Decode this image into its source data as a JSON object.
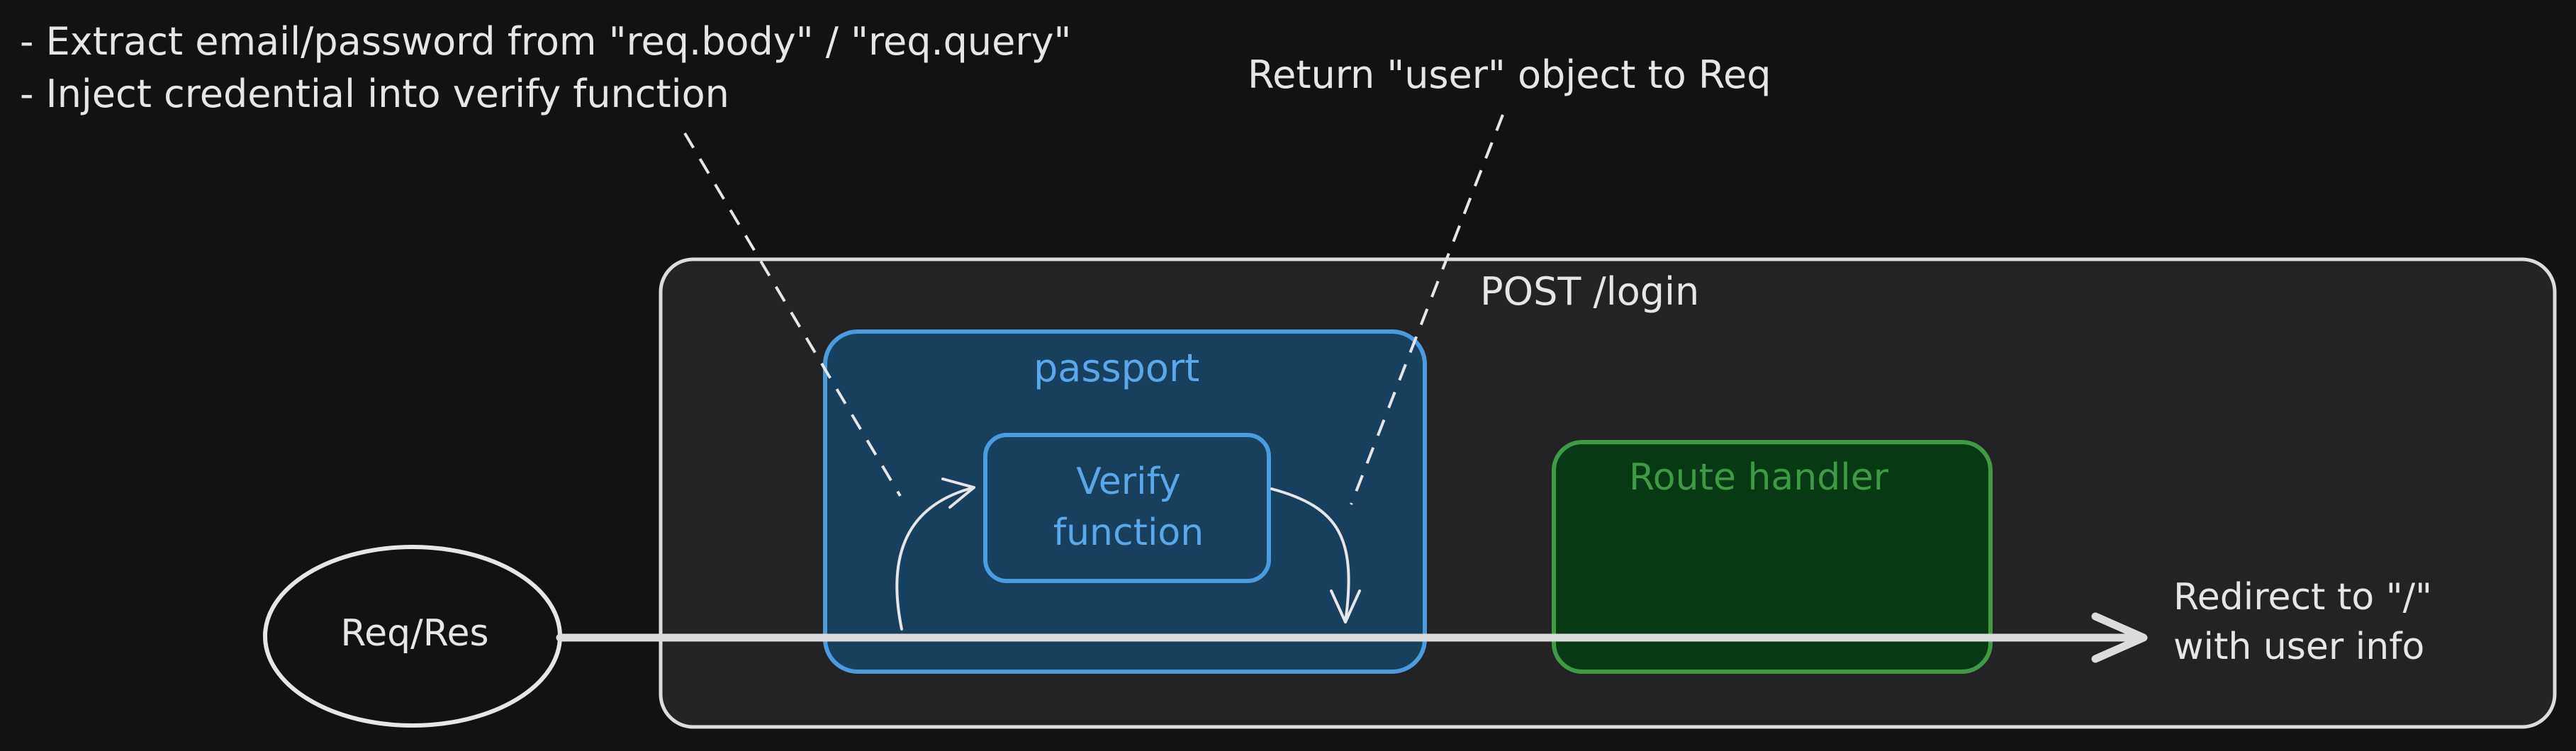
{
  "notes": {
    "extract_line_1": "- Extract email/password from \"req.body\" / \"req.query\"",
    "extract_line_2": "- Inject credential into verify function",
    "return_note": "Return \"user\" object to Req"
  },
  "route_group": {
    "title": "POST /login"
  },
  "passport": {
    "title": "passport"
  },
  "verify": {
    "line_1": "Verify",
    "line_2": "function"
  },
  "route_handler": {
    "title": "Route handler"
  },
  "reqres": {
    "label": "Req/Res"
  },
  "redirect": {
    "line_1": "Redirect to \"/\"",
    "line_2": "with user info"
  },
  "colors": {
    "background": "#121212",
    "group_fill": "#232326",
    "group_stroke": "#dcdcdc",
    "passport_fill": "#17405f",
    "passport_stroke": "#4a9be0",
    "route_fill": "#063a14",
    "route_stroke": "#3f9a46",
    "ink": "#e6e6e6"
  }
}
